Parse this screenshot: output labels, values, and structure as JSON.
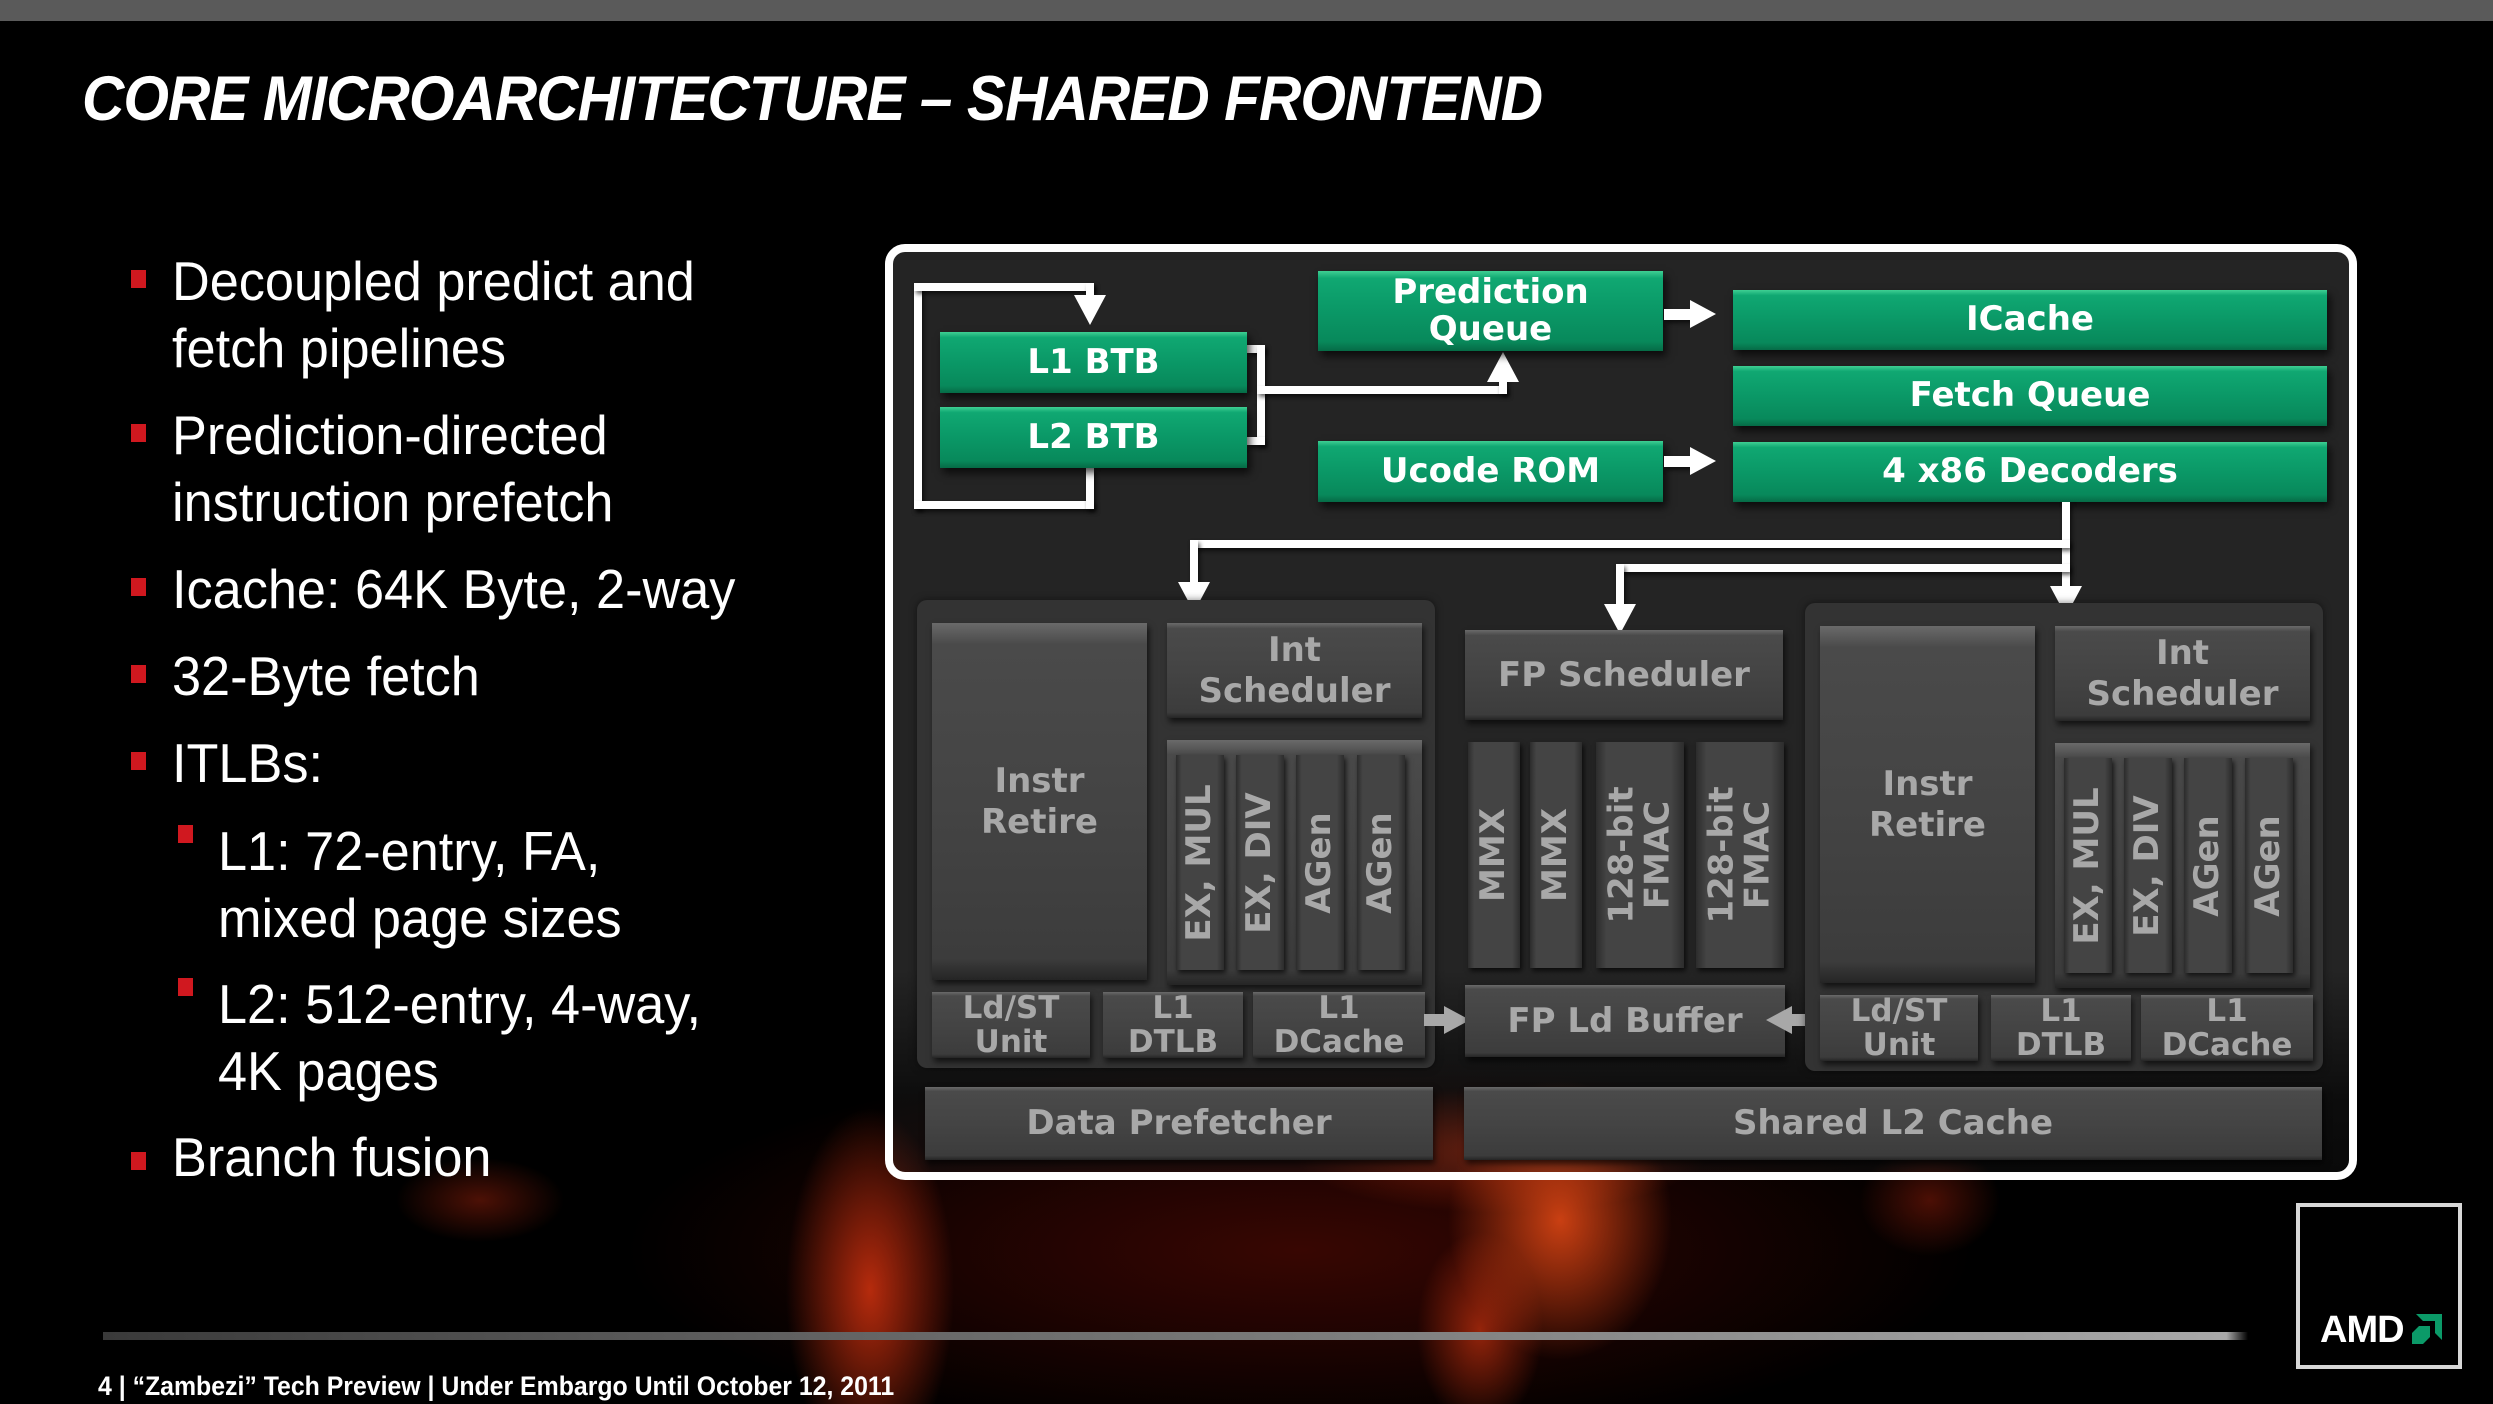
{
  "slide": {
    "title": "CORE MICROARCHITECTURE – SHARED FRONTEND",
    "footer": "4  |  “Zambezi” Tech Preview | Under Embargo Until October 12, 2011",
    "logo_text": "AMD",
    "accent_red": "#d0181f",
    "accent_green": "#0b9a68"
  },
  "bullets": [
    {
      "level": 1,
      "lines": [
        "Decoupled predict and",
        "fetch pipelines"
      ]
    },
    {
      "level": 1,
      "lines": [
        "Prediction-directed",
        "instruction prefetch"
      ]
    },
    {
      "level": 1,
      "lines": [
        "Icache: 64K Byte, 2-way"
      ]
    },
    {
      "level": 1,
      "lines": [
        "32-Byte fetch"
      ]
    },
    {
      "level": 1,
      "lines": [
        "ITLBs:"
      ]
    },
    {
      "level": 2,
      "lines": [
        "L1: 72-entry, FA,",
        "mixed page sizes"
      ]
    },
    {
      "level": 2,
      "lines": [
        "L2: 512-entry, 4-way,",
        "4K pages"
      ]
    },
    {
      "level": 1,
      "lines": [
        "Branch fusion"
      ]
    }
  ],
  "diagram": {
    "frontend": {
      "l1_btb": "L1 BTB",
      "l2_btb": "L2 BTB",
      "prediction_queue": [
        "Prediction",
        "Queue"
      ],
      "ucode_rom": "Ucode ROM",
      "icache": "ICache",
      "fetch_queue": "Fetch Queue",
      "decoders": "4 x86 Decoders"
    },
    "int_core_left": {
      "instr_retire": [
        "Instr",
        "Retire"
      ],
      "int_scheduler": [
        "Int",
        "Scheduler"
      ],
      "units": [
        "EX, MUL",
        "EX, DIV",
        "AGen",
        "AGen"
      ],
      "ldst": [
        "Ld/ST",
        "Unit"
      ],
      "dtlb": [
        "L1",
        "DTLB"
      ],
      "dcache": [
        "L1",
        "DCache"
      ]
    },
    "fp": {
      "scheduler": "FP Scheduler",
      "units": [
        [
          "MMX"
        ],
        [
          "MMX"
        ],
        [
          "128-bit",
          "FMAC"
        ],
        [
          "128-bit",
          "FMAC"
        ]
      ],
      "ld_buffer": "FP Ld Buffer"
    },
    "int_core_right": {
      "instr_retire": [
        "Instr",
        "Retire"
      ],
      "int_scheduler": [
        "Int",
        "Scheduler"
      ],
      "units": [
        "EX, MUL",
        "EX, DIV",
        "AGen",
        "AGen"
      ],
      "ldst": [
        "Ld/ST",
        "Unit"
      ],
      "dtlb": [
        "L1",
        "DTLB"
      ],
      "dcache": [
        "L1",
        "DCache"
      ]
    },
    "data_prefetcher": "Data Prefetcher",
    "shared_l2": "Shared L2 Cache"
  }
}
